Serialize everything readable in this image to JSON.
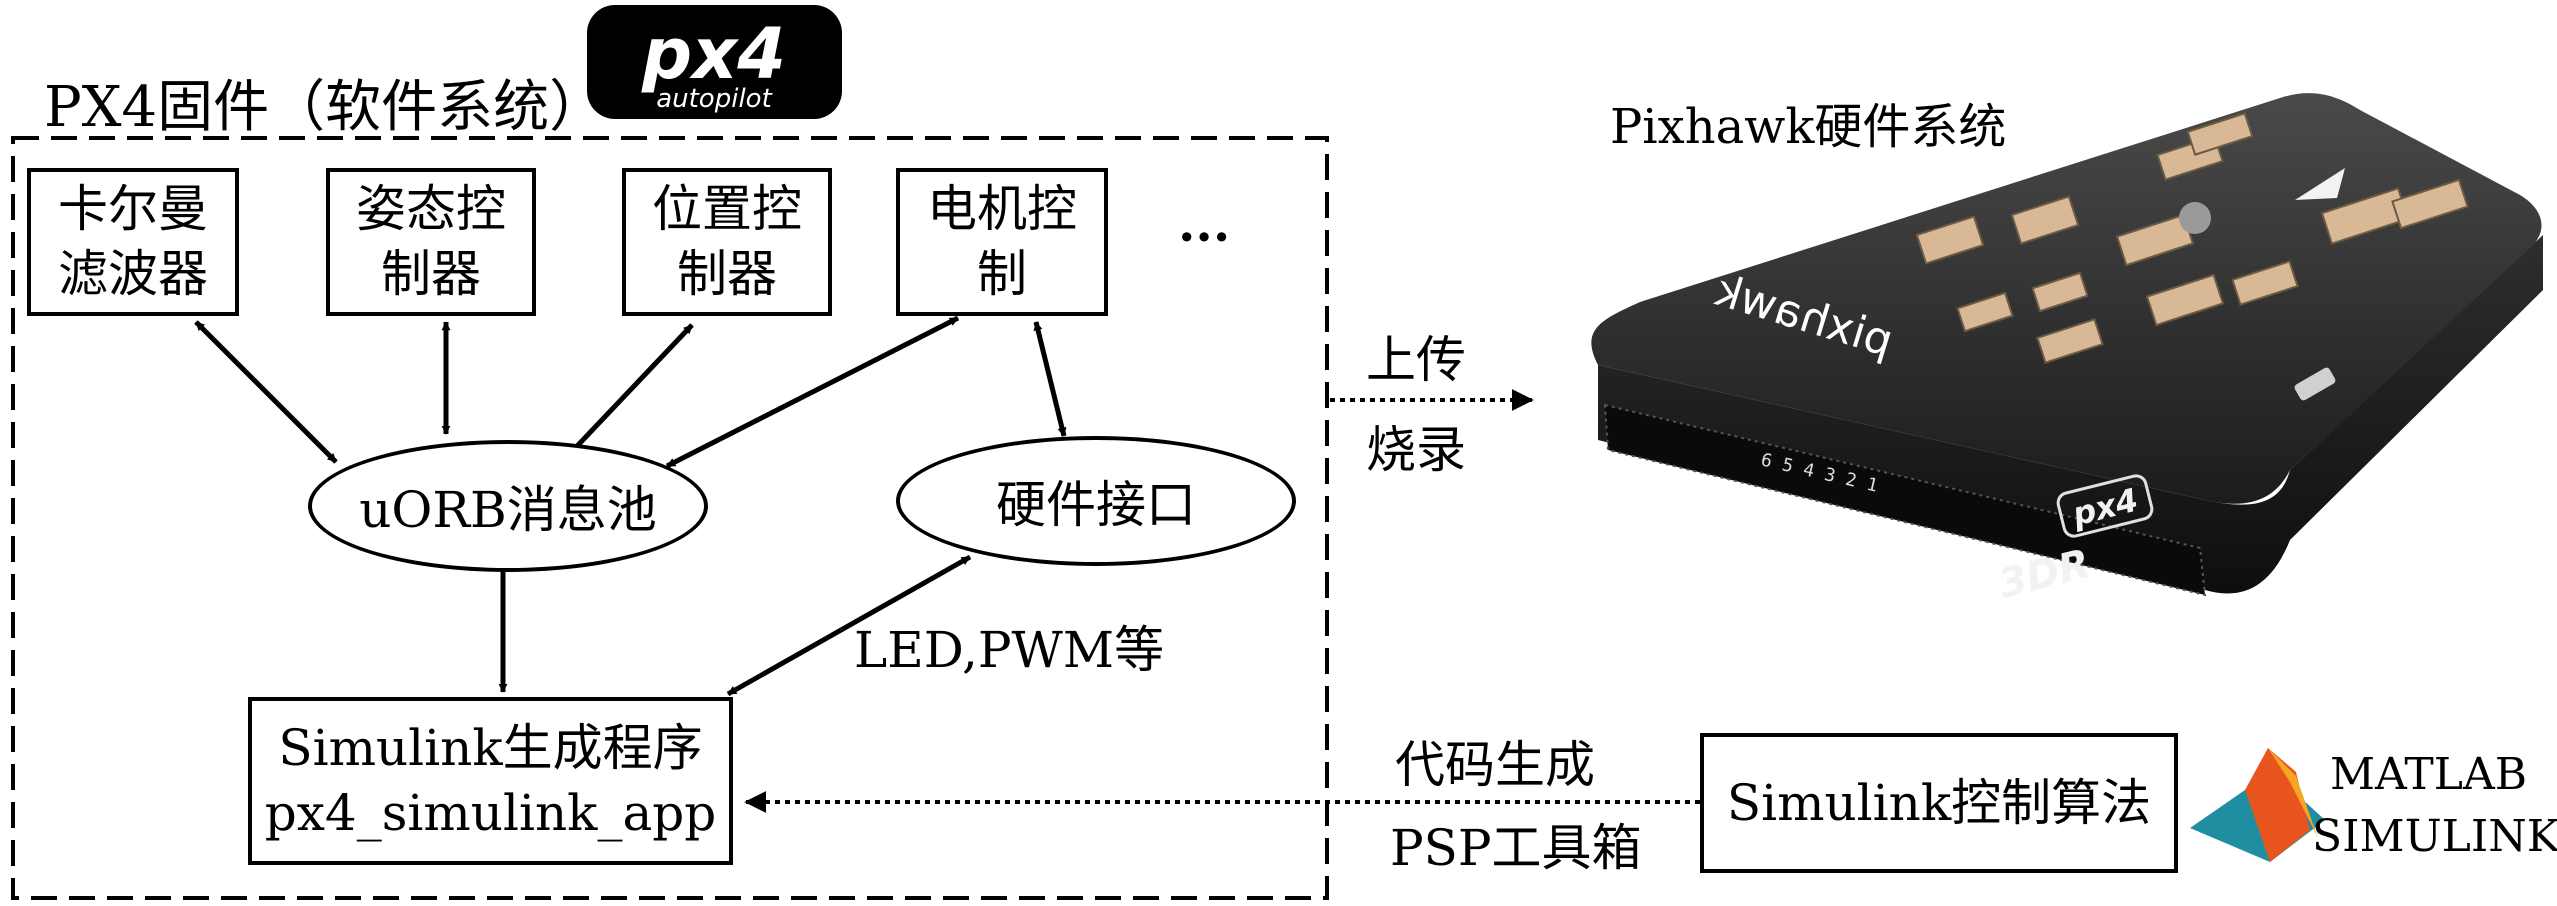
{
  "firmware_frame": {
    "label": "PX4固件（软件系统）"
  },
  "px4_logo": {
    "line1": "px4",
    "line2": "autopilot"
  },
  "modules": [
    {
      "line1": "卡尔曼",
      "line2": "滤波器"
    },
    {
      "line1": "姿态控",
      "line2": "制器"
    },
    {
      "line1": "位置控",
      "line2": "制器"
    },
    {
      "line1": "电机控",
      "line2": "制"
    }
  ],
  "ellipsis": "···",
  "uorb": "uORB消息池",
  "hw_interface": "硬件接口",
  "led_pwm": "LED,PWM等",
  "simulink_program": {
    "line1": "Simulink生成程序",
    "line2": "px4_simulink_app"
  },
  "pixhawk": {
    "title": "Pixhawk硬件系统",
    "board_text": "pixhawk",
    "badge_3dr": "3DR",
    "badge_px4": "px4",
    "pin_numbers": "6 5 4 3 2 1"
  },
  "upload": {
    "line1": "上传",
    "line2": "烧录"
  },
  "codegen": {
    "line1": "代码生成",
    "line2": "PSP工具箱"
  },
  "simulink_algorithm": "Simulink控制算法",
  "matlab_logo": {
    "line1": "MATLAB",
    "line2": "SIMULINK",
    "mark": "®"
  },
  "colors": {
    "line": "#000000",
    "board": "#2b2b2b",
    "connector": "#d9b896",
    "matlab_orange": "#e8541e"
  }
}
